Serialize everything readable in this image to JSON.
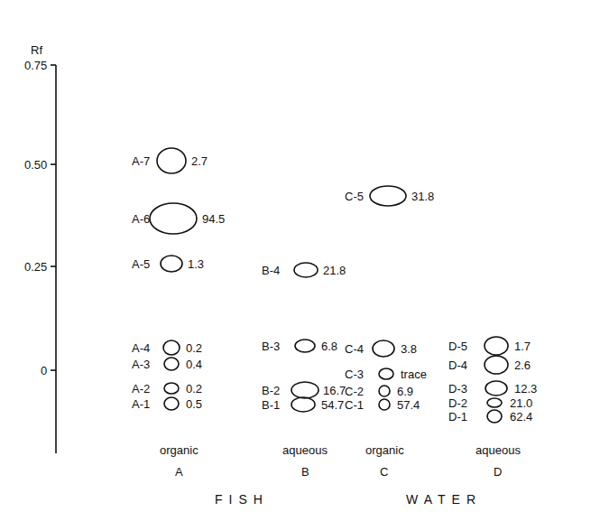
{
  "diagram": {
    "labels": [
      "Rf",
      "0.75",
      "0.50",
      "0.25",
      "0",
      "A-7",
      "2.7",
      "A-6",
      "94.5",
      "A-5",
      "1.3",
      "A-4",
      "0.2",
      "A-3",
      "0.4",
      "A-2",
      "0.2",
      "A-1",
      "0.5",
      "B-4",
      "21.8",
      "B-3",
      "6.8",
      "B-2",
      "16.7",
      "B-1",
      "54.7",
      "C-5",
      "31.8",
      "C-4",
      "3.8",
      "C-3",
      "trace",
      "C-2",
      "6.9",
      "C-1",
      "57.4",
      "D-5",
      "1.7",
      "D-4",
      "2.6",
      "D-3",
      "12.3",
      "D-2",
      "21.0",
      "D-1",
      "62.4",
      "organic",
      "aqueous",
      "organic",
      "aqueous",
      "A",
      "B",
      "C",
      "D",
      "FISH",
      "WATER"
    ]
  }
}
